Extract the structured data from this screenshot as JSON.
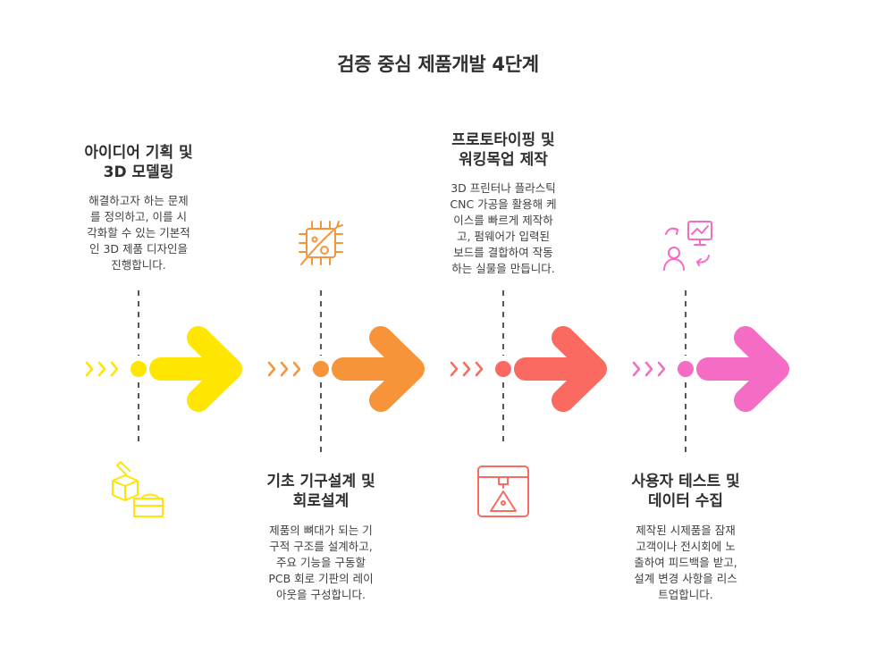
{
  "title": "검증 중심 제품개발 4단계",
  "colors": {
    "stage1": "#FFE600",
    "stage2": "#F7943A",
    "stage3": "#FA6A60",
    "stage4": "#F46CC4",
    "dash": "#555555",
    "text": "#2f2f2f"
  },
  "stages": [
    {
      "title": "아이디어 기획 및\n3D 모델링",
      "description": "해결하고자 하는 문제\n를 정의하고, 이를 시\n각화할 수 있는 기본적\n인 3D 제품 디자인을\n진행합니다.",
      "icon": "package-cube-icon",
      "text_position": "top"
    },
    {
      "title": "기초 기구설계 및\n회로설계",
      "description": "제품의 뼈대가 되는 기\n구적 구조를 설계하고,\n주요 기능을 구동할\nPCB 회로 기판의 레이\n아웃을 구성합니다.",
      "icon": "circuit-chip-icon",
      "text_position": "bottom"
    },
    {
      "title": "프로토타이핑 및\n워킹목업 제작",
      "description": "3D 프린터나 플라스틱\nCNC 가공을 활용해 케\n이스를 빠르게 제작하\n고, 펌웨어가 입력된\n보드를 결합하여 작동\n하는 실물을 만듭니다.",
      "icon": "3d-printer-icon",
      "text_position": "top"
    },
    {
      "title": "사용자 테스트 및\n데이터 수집",
      "description": "제작된 시제품을 잠재\n고객이나 전시회에 노\n출하여 피드백을 받고,\n설계 변경 사항을 리스\n트업합니다.",
      "icon": "user-presentation-icon",
      "text_position": "bottom"
    }
  ]
}
